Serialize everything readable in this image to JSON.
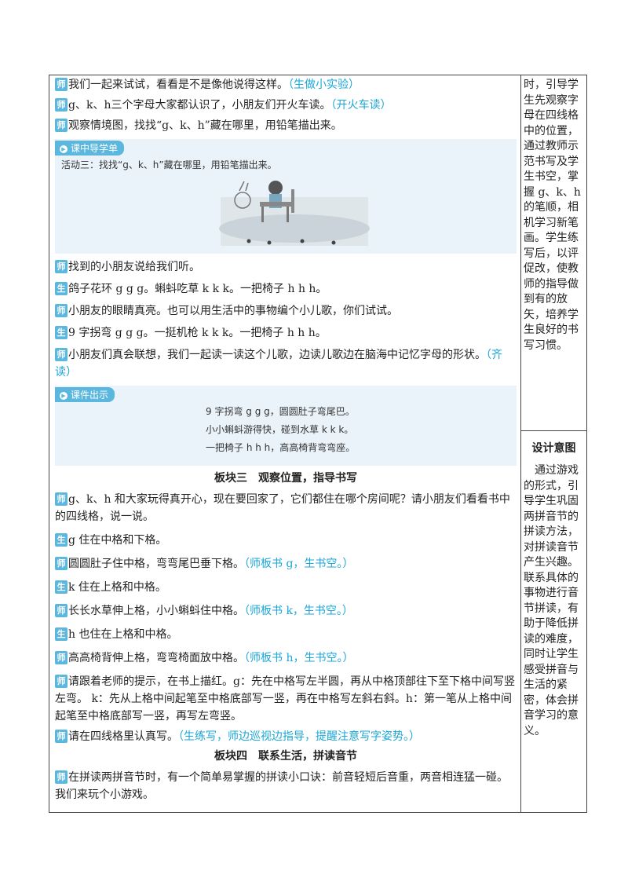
{
  "lines": {
    "l1": {
      "tag": "师",
      "text": "我们一起来试试，看看是不是像他说得这样。",
      "note": "（生做小实验）"
    },
    "l2": {
      "tag": "师",
      "text": "g、k、h三个字母大家都认识了，小朋友们开火车读。",
      "note": "（开火车读）"
    },
    "l3": {
      "tag": "师",
      "text": "观察情境图，找找“g、k、h”藏在哪里，用铅笔描出来。"
    },
    "l4": {
      "tag": "师",
      "text": "找到的小朋友说给我们听。"
    },
    "l5": {
      "tag": "生",
      "text": "鸽子花环 g g g。蝌蚪吃草 k k k。一把椅子 h h h。"
    },
    "l6": {
      "tag": "师",
      "text": "小朋友的眼睛真亮。也可以用生活中的事物编个小儿歌，你们试试。"
    },
    "l7": {
      "tag": "生",
      "text": "9 字拐弯 g g g。一挺机枪 k k k。一把椅子 h h h。"
    },
    "l8": {
      "tag": "师",
      "text": "小朋友们真会联想，我们一起读一读这个儿歌，边读儿歌边在脑海中记忆字母的形状。",
      "note": "（齐读）"
    },
    "l9": {
      "tag": "师",
      "text": "g、k、h 和大家玩得真开心，现在要回家了，它们都住在哪个房间呢？请小朋友们看看书中的四线格，说一说。"
    },
    "l10": {
      "tag": "生",
      "text": "g 住在中格和下格。"
    },
    "l11": {
      "tag": "师",
      "text": "圆圆肚子住中格，弯弯尾巴垂下格。",
      "note": "（师板书 g，生书空。）"
    },
    "l12": {
      "tag": "生",
      "text": "k 住在上格和中格。"
    },
    "l13": {
      "tag": "师",
      "text": "长长水草伸上格，小小蝌蚪住中格。",
      "note": "（师板书 k，生书空。）"
    },
    "l14": {
      "tag": "生",
      "text": "h 也住在上格和中格。"
    },
    "l15": {
      "tag": "师",
      "text": "高高椅背伸上格，弯弯椅面放中格。",
      "note": "（师板书 h，生书空。）"
    },
    "l16": {
      "tag": "师",
      "text": "请跟着老师的提示，在书上描红。g：先在中格写左半圆，再从中格顶部往下至下格中间写竖左弯。 k：先从上格中间起笔至中格底部写一竖，再在中格写左斜右斜。h：第一笔从上格中间起笔至中格底部写一竖，再写左弯竖。"
    },
    "l17": {
      "tag": "师",
      "text": "请在四线格里认真写。",
      "note": "（生练写，师边巡视边指导，提醒注意写字姿势。）"
    },
    "l18": {
      "tag": "师",
      "text": "在拼读两拼音节时，有一个简单易掌握的拼读小口诀：前音轻短后音重，两音相连猛一碰。我们来玩个小游戏。"
    }
  },
  "box1": {
    "title": "课中导学单",
    "activity": "活动三：找找“g、k、h”藏在哪里，用铅笔描出来。"
  },
  "box2": {
    "title": "课件出示",
    "rhyme1": "9 字拐弯 g g g，圆圆肚子弯尾巴。",
    "rhyme2": "小小蝌蚪游得快，碰到水草 k k k。",
    "rhyme3": "一把椅子 h h h，高高椅背弯弯座。"
  },
  "headings": {
    "h3": "板块三　观察位置，指导书写",
    "h4": "板块四　联系生活，拼读音节"
  },
  "side": {
    "text1": "时，引导学生先观察字母在四线格中的位置，通过教师示范书写及学生书空，掌握 g、k、h 的笔顺，相机学习新笔画。学生练写后，以评促改，使教师的指导做到有的放矢，培养学生良好的书写习惯。",
    "title": "设计意图",
    "text2": "　通过游戏的形式，引导学生巩固两拼音节的拼读方法，对拼读音节产生兴趣。联系具体的事物进行音节拼读，有助于降低拼读的难度，同时让学生感受拼音与生活的紧密，体会拼音学习的意义。"
  },
  "colors": {
    "accent": "#5bb7dd",
    "note": "#1aa6d6",
    "box_bg": "#eaf3fa"
  }
}
